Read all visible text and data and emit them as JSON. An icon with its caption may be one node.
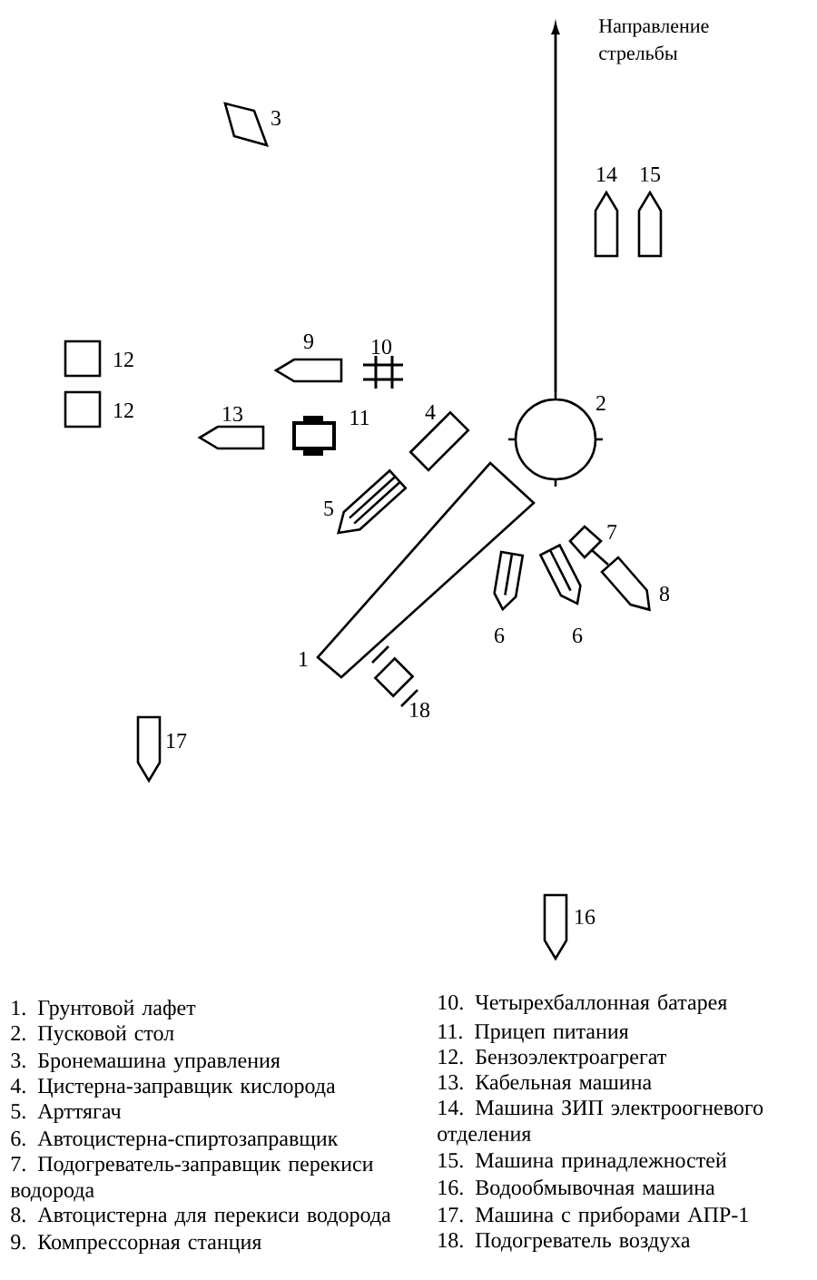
{
  "diagram": {
    "labels": [
      "Направление стрельбы",
      "3",
      "14",
      "15",
      "12",
      "9",
      "10",
      "12",
      "13",
      "11",
      "4",
      "2",
      "5",
      "7",
      "8",
      "6",
      "6",
      "1",
      "18",
      "17",
      "16",
      "1. Грунтовой лафет",
      "2. Пусковой стол",
      "3. Бронемашина управления",
      "4. Цистерна-заправщик кислорода",
      "5. Арттягач",
      "6. Автоцистерна-спиртозаправщик",
      "7. Подогреватель-заправщик перекиси водорода",
      "8. Автоцистерна для перекиси водорода",
      "9. Компрессорная станция",
      "10. Четырехбаллонная батарея",
      "11. Прицеп питания",
      "12. Бензоэлектроагрегат",
      "13. Кабельная машина",
      "14. Машина ЗИП электроогневого отделения",
      "15. Машина принадлежностей",
      "16. Водообмывочная машина",
      "17. Машина с приборами АПР-1",
      "18. Подогреватель воздуха"
    ]
  }
}
